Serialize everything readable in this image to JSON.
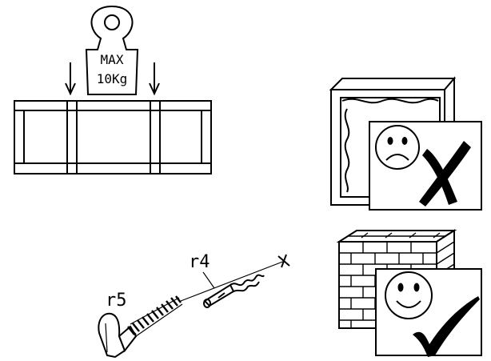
{
  "weight_panel": {
    "weight_text_line1": "MAX",
    "weight_text_line2": "10Kg"
  },
  "anchor_panel": {
    "label_anchor_large": "r5",
    "label_anchor_small": "r4"
  },
  "wrong_panel": {
    "face": "sad-face-icon",
    "mark": "cross-mark-icon"
  },
  "right_panel": {
    "face": "smiley-face-icon",
    "mark": "check-mark-icon"
  }
}
